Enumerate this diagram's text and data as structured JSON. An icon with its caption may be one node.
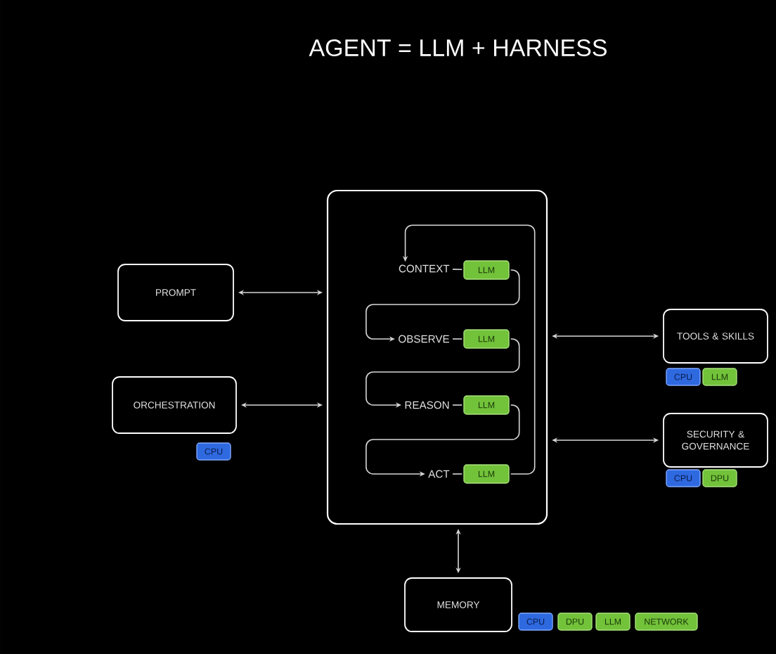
{
  "diagram": {
    "title": "AGENT = LLM + HARNESS",
    "nodes": [
      {
        "text": [
          "PROMPT"
        ]
      },
      {
        "text": [
          "ORCHESTRATION"
        ]
      },
      {
        "text": [
          "CPU"
        ]
      },
      {
        "text": [],
        "shape": "box"
      },
      {
        "text": [
          "CONTEXT"
        ],
        "in": 3
      },
      {
        "text": [
          "LLM"
        ],
        "in": 3
      },
      {
        "text": [
          "OBSERVE"
        ],
        "in": 3
      },
      {
        "text": [
          "LLM"
        ],
        "in": 3
      },
      {
        "text": [
          "REASON"
        ],
        "in": 3
      },
      {
        "text": [
          "LLM"
        ],
        "in": 3
      },
      {
        "text": [
          "ACT"
        ],
        "in": 3
      },
      {
        "text": [
          "LLM"
        ],
        "in": 3
      },
      {
        "text": [
          "TOOLS & SKILLS"
        ]
      },
      {
        "text": [
          "CPU"
        ]
      },
      {
        "text": [
          "LLM"
        ]
      },
      {
        "text": [
          "SECURITY & GOVERNANCE"
        ]
      },
      {
        "text": [
          "CPU"
        ]
      },
      {
        "text": [
          "DPU"
        ]
      },
      {
        "text": [
          "MEMORY"
        ]
      },
      {
        "text": [
          "CPU"
        ]
      },
      {
        "text": [
          "DPU"
        ]
      },
      {
        "text": [
          "LLM"
        ]
      },
      {
        "text": [
          "NETWORK"
        ]
      }
    ],
    "edges": [
      {
        "from": 0,
        "to": 3,
        "arrow": "both"
      },
      {
        "from": 1,
        "to": 3,
        "arrow": "both"
      },
      {
        "from": 3,
        "to": 12,
        "arrow": "both"
      },
      {
        "from": 3,
        "to": 15,
        "arrow": "both"
      },
      {
        "from": 3,
        "to": 18,
        "arrow": "both"
      },
      {
        "from": 4,
        "to": 5,
        "arrow": "none"
      },
      {
        "from": 5,
        "to": 6,
        "arrow": "to"
      },
      {
        "from": 6,
        "to": 7,
        "arrow": "none"
      },
      {
        "from": 7,
        "to": 8,
        "arrow": "to"
      },
      {
        "from": 8,
        "to": 9,
        "arrow": "none"
      },
      {
        "from": 9,
        "to": 10,
        "arrow": "to"
      },
      {
        "from": 10,
        "to": 11,
        "arrow": "none"
      },
      {
        "from": 11,
        "to": 4,
        "arrow": "to"
      }
    ]
  }
}
